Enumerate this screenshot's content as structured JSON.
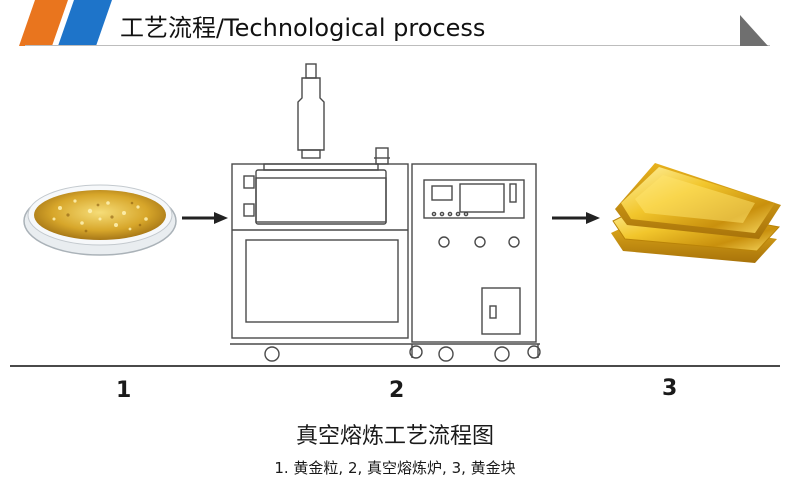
{
  "header": {
    "title": "工艺流程/Technological process"
  },
  "colors": {
    "orange": "#E9751E",
    "blue": "#1E74C9",
    "gold": "#E0B21A",
    "line": "#4a4a4a"
  },
  "steps": [
    {
      "number": "1",
      "icon": "gold-granules-dish-icon"
    },
    {
      "number": "2",
      "icon": "vacuum-melting-furnace-icon"
    },
    {
      "number": "3",
      "icon": "gold-ingot-stack-icon"
    }
  ],
  "caption": "真空熔炼工艺流程图",
  "legend": "1. 黄金粒, 2, 真空熔炼炉, 3, 黄金块"
}
